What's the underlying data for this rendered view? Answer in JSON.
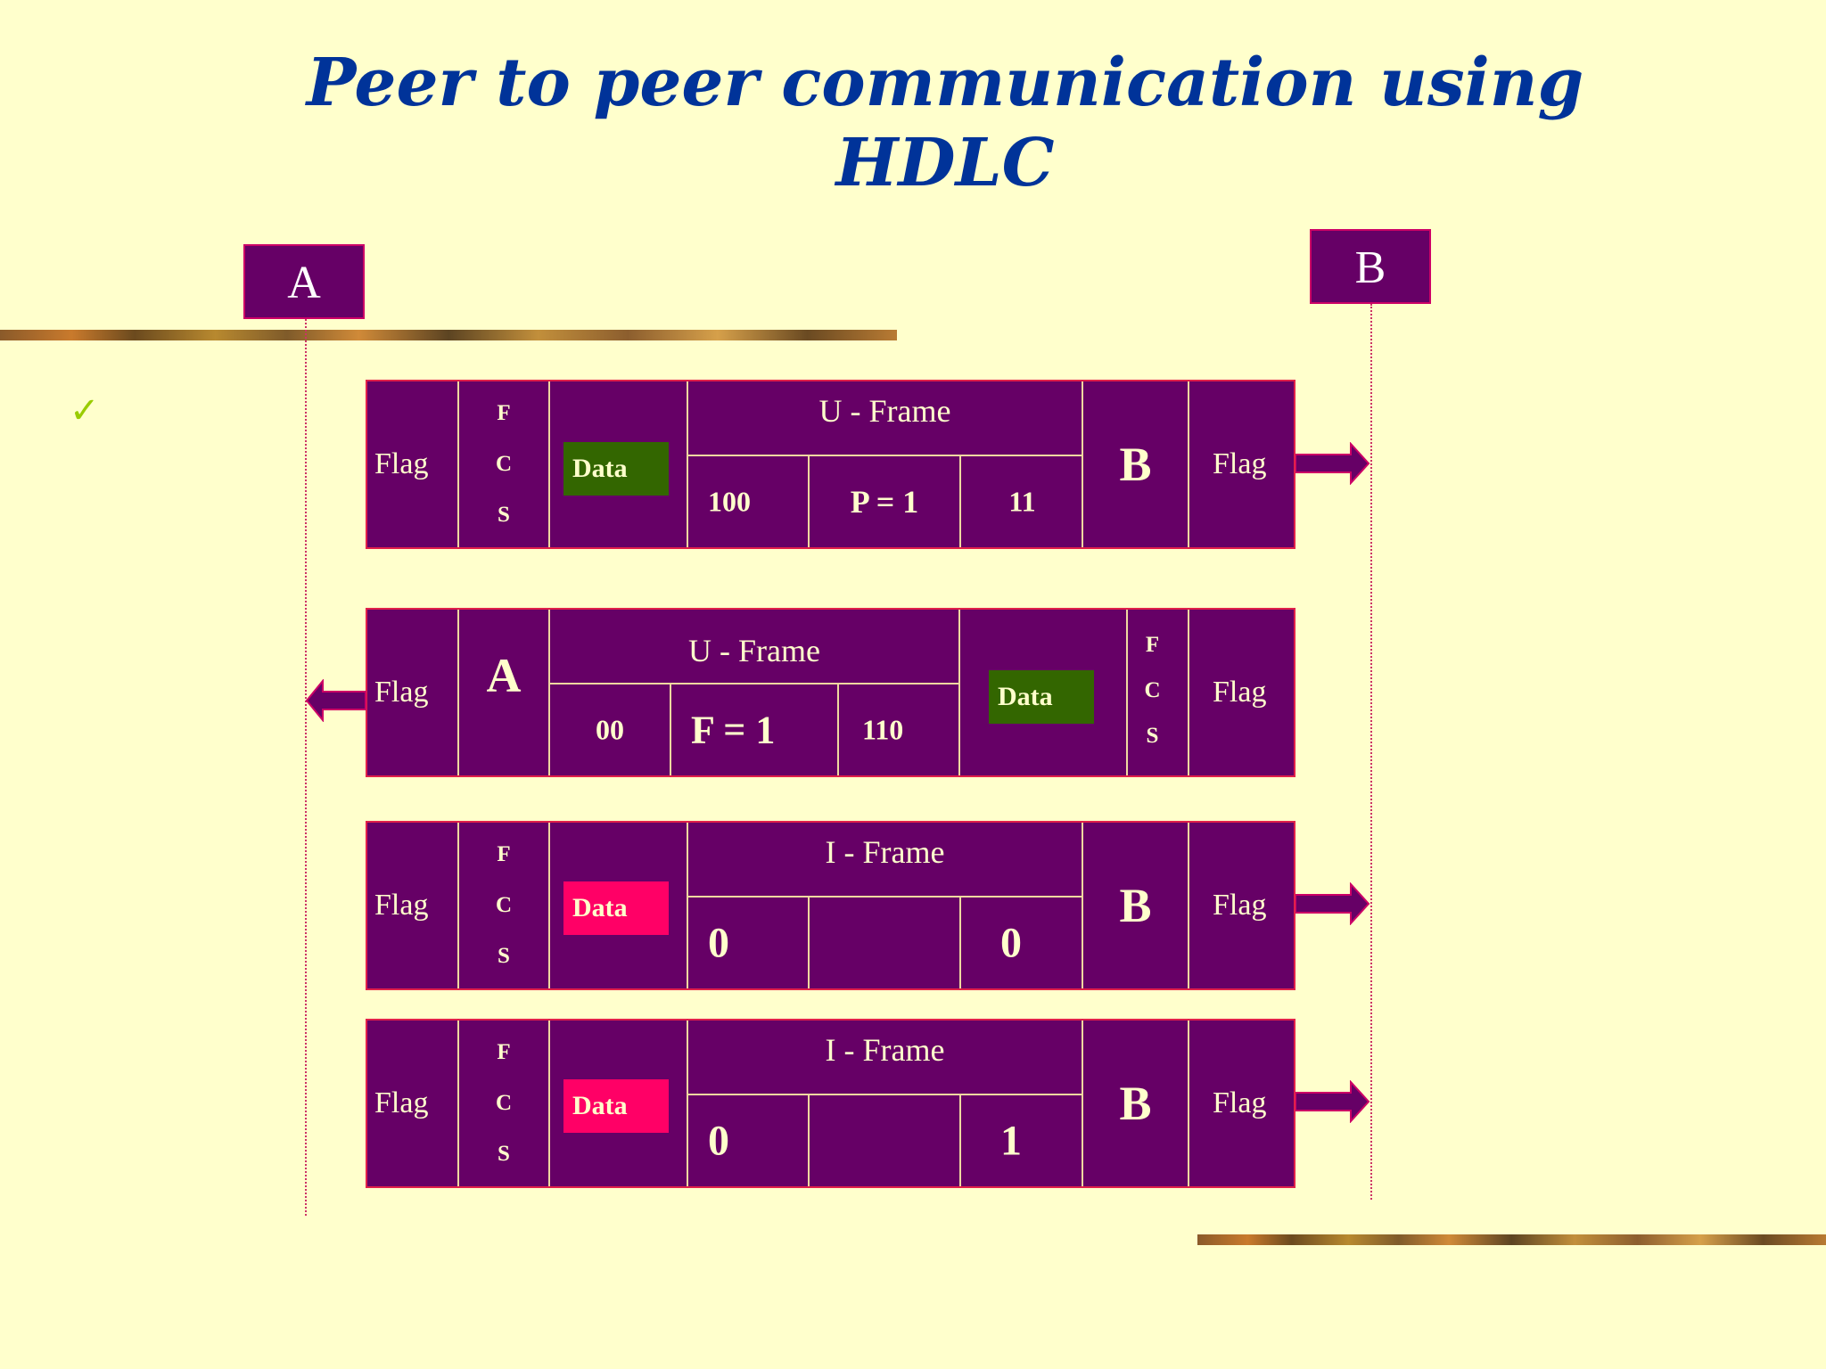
{
  "title": "Peer to peer communication using HDLC",
  "stations": {
    "a": "A",
    "b": "B"
  },
  "bullet_icon": "checkmark-icon",
  "watermark_text": "",
  "frames": [
    {
      "direction": "A-to-B",
      "cells": [
        "Flag",
        "FCS",
        "Data",
        "U - Frame",
        "B",
        "Flag"
      ],
      "flag_left": "Flag",
      "fcs": [
        "F",
        "C",
        "S"
      ],
      "data": "Data",
      "frame_type": "U - Frame",
      "ctrl": [
        "100",
        "P = 1",
        "11"
      ],
      "address": "B",
      "flag_right": "Flag"
    },
    {
      "direction": "B-to-A",
      "flag_left": "Flag",
      "address": "A",
      "frame_type": "U - Frame",
      "ctrl": [
        "00",
        "F = 1",
        "110"
      ],
      "data": "Data",
      "fcs": [
        "F",
        "C",
        "S"
      ],
      "flag_right": "Flag"
    },
    {
      "direction": "A-to-B",
      "flag_left": "Flag",
      "fcs": [
        "F",
        "C",
        "S"
      ],
      "data": "Data",
      "frame_type": "I - Frame",
      "ctrl": [
        "0",
        "",
        "0"
      ],
      "address": "B",
      "flag_right": "Flag"
    },
    {
      "direction": "A-to-B",
      "flag_left": "Flag",
      "fcs": [
        "F",
        "C",
        "S"
      ],
      "data": "Data",
      "frame_type": "I - Frame",
      "ctrl": [
        "0",
        "",
        "1"
      ],
      "address": "B",
      "flag_right": "Flag"
    }
  ],
  "colors": {
    "background": "#ffffcc",
    "frame_fill": "#660066",
    "frame_border": "#e0204a",
    "title": "#003399",
    "data_green": "#336600",
    "data_pink": "#ff0066"
  }
}
